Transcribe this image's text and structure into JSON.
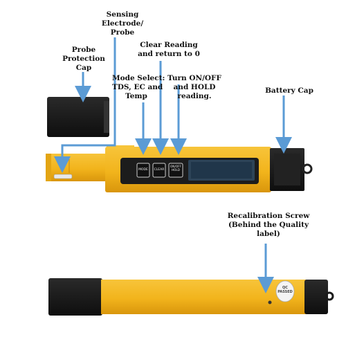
{
  "labels": {
    "probe_cap": [
      "Probe",
      "Protection",
      "Cap"
    ],
    "sensing_electrode": [
      "Sensing",
      "Electrode/",
      "Probe"
    ],
    "clear_reading": [
      "Clear Reading",
      "and return to 0"
    ],
    "mode_select": [
      "Mode Select:",
      "TDS, EC and",
      "Temp"
    ],
    "turn_on_off": [
      "Turn ON/OFF",
      "and HOLD",
      "reading."
    ],
    "battery_cap": [
      "Battery Cap"
    ],
    "recalibration": [
      "Recalibration Screw",
      "(Behind the Quality",
      "label)"
    ]
  },
  "buttons": {
    "mode": "MODE",
    "clear": "CLEAR",
    "on_off": "ON/OFF HOLD"
  },
  "qc_label": "QC PASSED",
  "colors": {
    "body": "#f2b41c",
    "body_dark": "#d9960c",
    "black_part": "#1b1b1b",
    "arrow": "#5b9bd5",
    "display": "#20364a"
  }
}
